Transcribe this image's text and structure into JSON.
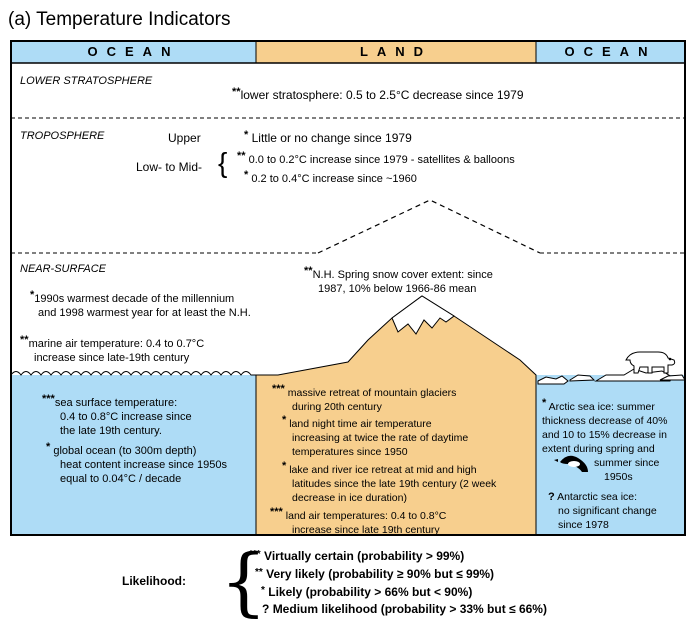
{
  "title": "(a) Temperature Indicators",
  "columns": {
    "ocean_left": "OCEAN",
    "land": "LAND",
    "ocean_right": "OCEAN"
  },
  "colors": {
    "ocean": "#aedcf6",
    "land": "#f7cf8e",
    "border": "#000000",
    "background": "#ffffff"
  },
  "sections": {
    "lower_stratosphere": {
      "label": "LOWER STRATOSPHERE",
      "stars": "**",
      "text": "lower stratosphere: 0.5 to 2.5°C decrease since 1979"
    },
    "troposphere": {
      "label": "TROPOSPHERE",
      "upper_label": "Upper",
      "upper_stars": "*",
      "upper_text": "Little or no change since 1979",
      "lowmid_label": "Low- to Mid-",
      "lowmid_1_stars": "**",
      "lowmid_1_text": "0.0 to 0.2°C increase since 1979 - satellites & balloons",
      "lowmid_2_stars": "*",
      "lowmid_2_text": "0.2 to 0.4°C increase since ~1960"
    },
    "near_surface": {
      "label": "NEAR-SURFACE",
      "snow_stars": "**",
      "snow_line1": "N.H. Spring snow cover extent:  since",
      "snow_line2": "1987, 10% below 1966-86 mean",
      "decade_stars": "*",
      "decade_line1": "1990s warmest decade of the millennium",
      "decade_line2": "and 1998 warmest year for at least the N.H.",
      "marine_stars": "**",
      "marine_line1": "marine air temperature: 0.4 to 0.7°C",
      "marine_line2": "increase since late-19th century"
    }
  },
  "ocean_left": {
    "sst_stars": "***",
    "sst_lines": [
      "sea surface temperature:",
      "0.4 to 0.8°C increase since",
      "the late 19th century."
    ],
    "heat_stars": "*",
    "heat_lines": [
      "global ocean (to 300m depth)",
      "heat content increase since 1950s",
      "equal to 0.04°C / decade"
    ]
  },
  "land": {
    "glacier_stars": "***",
    "glacier_lines": [
      "massive retreat of mountain glaciers",
      "during 20th century"
    ],
    "night_stars": "*",
    "night_lines": [
      "land night time air temperature",
      "increasing at twice the rate of daytime",
      "temperatures since 1950"
    ],
    "lake_stars": "*",
    "lake_lines": [
      "lake and river ice retreat at mid and high",
      "latitudes since the late 19th century (2 week",
      "decrease in ice duration)"
    ],
    "air_stars": "***",
    "air_lines": [
      "land air temperatures: 0.4 to 0.8°C",
      "increase since late 19th century"
    ]
  },
  "ocean_right": {
    "arctic_stars": "*",
    "arctic_lines": [
      "Arctic sea ice: summer",
      "thickness decrease of 40%",
      "and 10 to 15% decrease in",
      "extent during spring and",
      "summer since",
      "1950s"
    ],
    "antarctic_stars": "?",
    "antarctic_lines": [
      "Antarctic sea ice:",
      "no significant change",
      "since 1978"
    ]
  },
  "legend": {
    "label": "Likelihood:",
    "items": [
      {
        "stars": "***",
        "text": "Virtually certain  (probability > 99%)"
      },
      {
        "stars": "**",
        "text": "Very likely  (probability ≥ 90% but ≤ 99%)"
      },
      {
        "stars": "*",
        "text": "Likely  (probability > 66% but < 90%)"
      },
      {
        "stars": "?",
        "text": "Medium likelihood (probability > 33% but ≤ 66%)"
      }
    ]
  },
  "icons": [
    "mountain-icon",
    "polar-bear-icon",
    "penguin-icon",
    "waves-icon",
    "ice-floe-icon"
  ]
}
